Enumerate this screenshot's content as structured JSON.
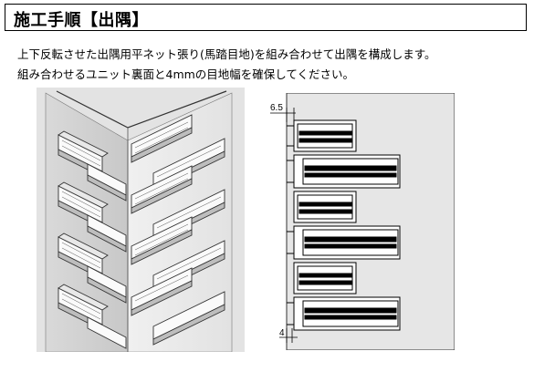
{
  "header": {
    "title": "施工手順【出隅】"
  },
  "description": {
    "line1": "上下反転させた出隅用平ネット張り(馬踏目地)を組み合わせて出隅を構成します。",
    "line2": "組み合わせるユニット裏面と4mmの目地幅を確保してください。"
  },
  "section_view": {
    "dim_top": "6.5",
    "dim_bottom": "4"
  }
}
